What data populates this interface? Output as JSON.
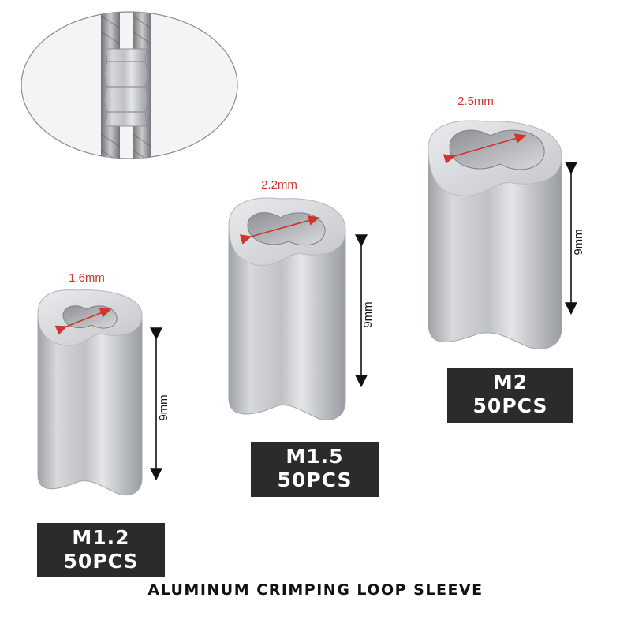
{
  "products": [
    {
      "size": "M1.2",
      "quantity": "50PCS",
      "inner_diameter": "1.6mm",
      "length": "9mm"
    },
    {
      "size": "M1.5",
      "quantity": "50PCS",
      "inner_diameter": "2.2mm",
      "length": "9mm"
    },
    {
      "size": "M2",
      "quantity": "50PCS",
      "inner_diameter": "2.5mm",
      "length": "9mm"
    }
  ],
  "caption": "ALUMINUM CRIMPING LOOP SLEEVE",
  "colors": {
    "label_background": "#2b2b2b",
    "label_text": "#ffffff",
    "dimension_red": "#d0342c",
    "metal": "#c8cacd"
  }
}
